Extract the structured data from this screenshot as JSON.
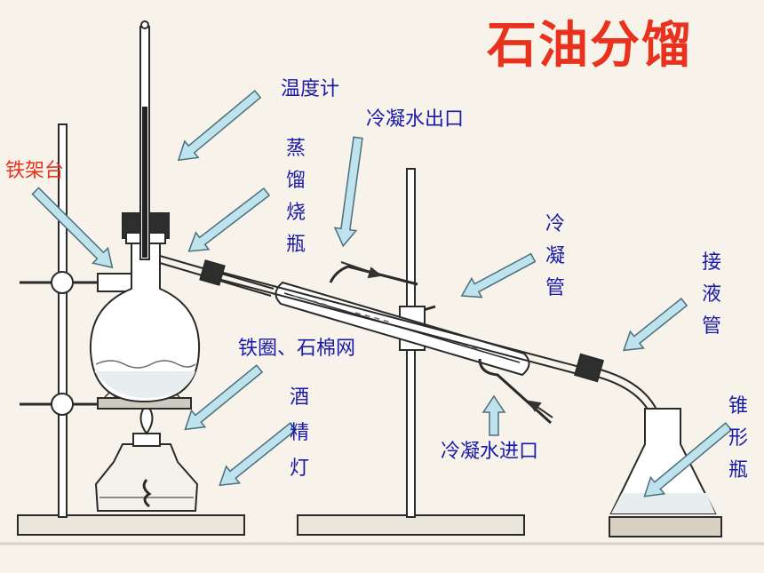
{
  "title": "石油分馏",
  "colors": {
    "title": "#e8321e",
    "label_blue": "#1a1aa8",
    "label_red": "#e8321e",
    "arrow_fill": "#bfe3ee",
    "arrow_stroke": "#4a6f7a",
    "line": "#2a2a2a",
    "background": "#f7f3ea"
  },
  "labels": {
    "thermometer": "温度计",
    "iron_stand": "铁架台",
    "distilling_flask": "蒸馏烧瓶",
    "condenser_water_out": "冷凝水出口",
    "condenser": "冷凝管",
    "adapter": "接液管",
    "iron_ring_gauze": "铁圈、石棉网",
    "alcohol_lamp": "酒精灯",
    "condenser_water_in": "冷凝水进口",
    "conical_flask": "锥形瓶"
  }
}
